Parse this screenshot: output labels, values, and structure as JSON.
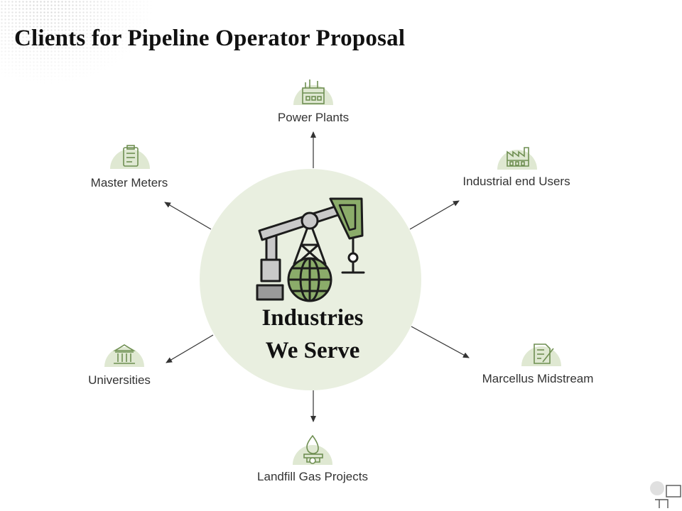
{
  "title": "Clients for Pipeline Operator Proposal",
  "center": {
    "line1": "Industries",
    "line2": "We Serve",
    "icon": "pumpjack-globe-icon"
  },
  "nodes": [
    {
      "key": "power-plants",
      "label": "Power Plants",
      "icon": "power-plant-icon"
    },
    {
      "key": "industrial-end-users",
      "label": "Industrial end Users",
      "icon": "factory-icon"
    },
    {
      "key": "marcellus-midstream",
      "label": "Marcellus Midstream",
      "icon": "document-pen-icon"
    },
    {
      "key": "landfill-gas-projects",
      "label": "Landfill Gas Projects",
      "icon": "flame-icon"
    },
    {
      "key": "universities",
      "label": "Universities",
      "icon": "university-building-icon"
    },
    {
      "key": "master-meters",
      "label": "Master Meters",
      "icon": "clipboard-checklist-icon"
    }
  ],
  "colors": {
    "accent": "#7a9a5e",
    "circle_fill": "#e9efe0",
    "icon_fill": "#dfe8d2",
    "arrow": "#333333"
  }
}
